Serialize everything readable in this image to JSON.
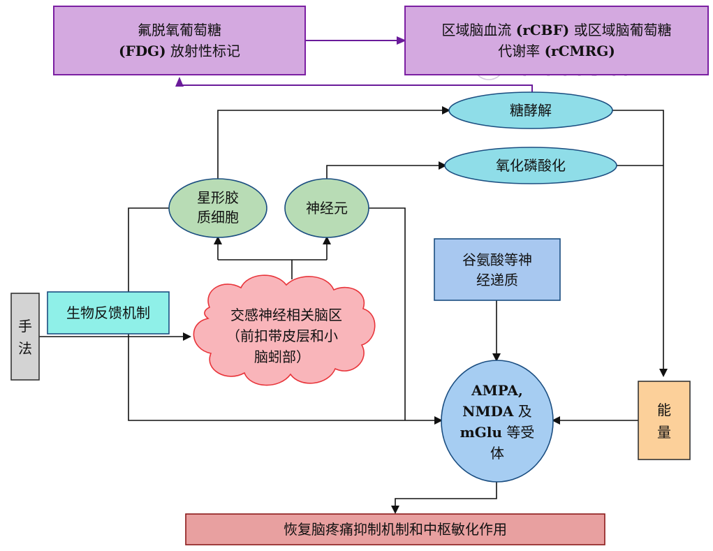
{
  "nodes": {
    "fdg": {
      "line1": "氟脱氧葡萄糖",
      "line2_bold": "(FDG)",
      "line2_rest": " 放射性标记"
    },
    "rcbf": {
      "line1_a": "区域脑血流 ",
      "line1_b": "(rCBF)",
      "line1_c": " 或区域脑葡萄糖",
      "line2_a": "代谢率 ",
      "line2_b": "(rCMRG)"
    },
    "glycolysis": "糖酵解",
    "oxphos": "氧化磷酸化",
    "astrocyte": {
      "line1": "星形胶",
      "line2": "质细胞"
    },
    "neuron": "神经元",
    "glutamate": {
      "line1": "谷氨酸等神",
      "line2": "经递质"
    },
    "manipulation": {
      "line1": "手",
      "line2": "法"
    },
    "biofeedback": "生物反馈机制",
    "sympathetic": {
      "line1": "交感神经相关脑区",
      "line2": "（前扣带皮层和小",
      "line3": "脑蚓部）"
    },
    "energy": {
      "line1": "能",
      "line2": "量"
    },
    "receptors": {
      "line1": "AMPA,",
      "line2_a": "NMDA",
      "line2_b": " 及",
      "line3_a": "mGlu",
      "line3_b": " 等受",
      "line4": "体"
    },
    "outcome": "恢复脑疼痛抑制机制和中枢敏化作用"
  },
  "watermark": "中華古學會",
  "colors": {
    "purple_box": "#d4a9e0",
    "purple_border": "#7b1fa2",
    "cyan_ellipse": "#8fdde8",
    "green_ellipse": "#b8dcb5",
    "blue_box": "#a8c8f0",
    "gray_box": "#d3d3d3",
    "cyan_box": "#8ff0e8",
    "pink_cloud": "#f9b5ba",
    "red_border": "#e8343a",
    "orange_box": "#fcd09a",
    "blue_ellipse": "#a6cdf2",
    "red_box": "#e8a0a0"
  }
}
